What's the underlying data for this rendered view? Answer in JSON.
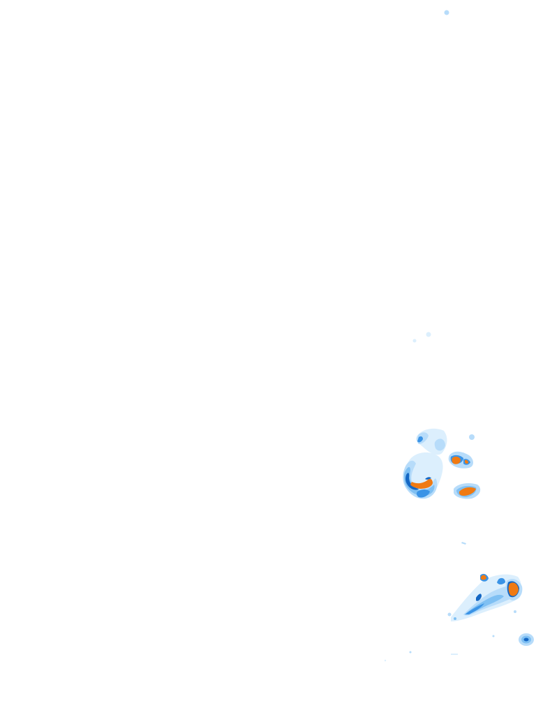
{
  "radar": {
    "colors": {
      "very_light": "#dceffd",
      "light": "#b7dcfa",
      "medium": "#7fc0f3",
      "strong": "#3a93e6",
      "heavy": "#1467c4",
      "intense": "#f07a12"
    },
    "echo_levels": [
      "very_light",
      "light",
      "medium",
      "strong",
      "heavy",
      "intense"
    ]
  }
}
